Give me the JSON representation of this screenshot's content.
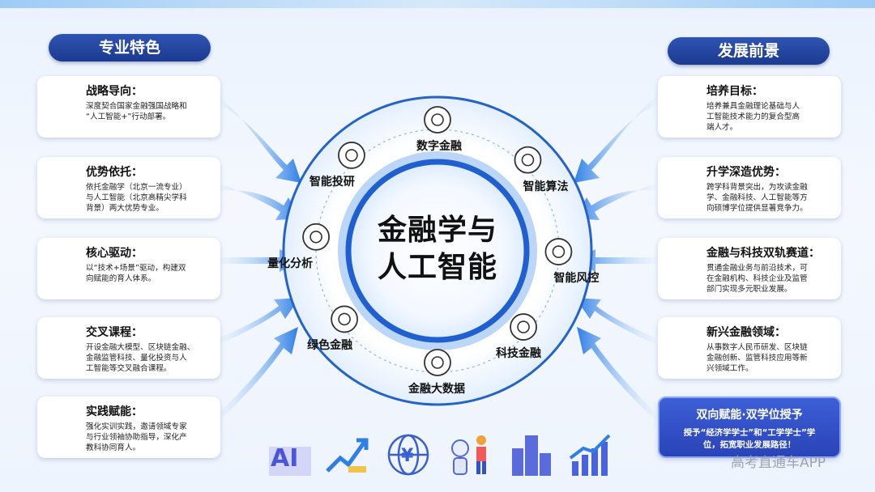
{
  "left_header": "专业特色",
  "right_header": "发展前景",
  "center_title_line1": "金融学与",
  "center_title_line2": "人工智能",
  "left_cards": [
    {
      "title": "战略导向：",
      "desc_lines": [
        "深度契合国家金融强国战略和",
        "“人工智能+”行动部署。"
      ],
      "icon": "globe-grid-icon"
    },
    {
      "title": "优势依托：",
      "desc_lines": [
        "依托金融学（北京一流专业）",
        "与人工智能（北京高精尖学科",
        "背景）两大优势专业。"
      ],
      "icon": "lotus-icon"
    },
    {
      "title": "核心驱动：",
      "desc_lines": [
        "以“技术+场景”驱动，构建双",
        "向赋能的育人体系。"
      ],
      "icon": "atom-icon"
    },
    {
      "title": "交叉课程：",
      "desc_lines": [
        "开设金融大模型、区块链金融、",
        "金融监管科技、量化投资与人",
        "工智能等交叉融合课程。"
      ],
      "icon": "presentation-board-icon"
    },
    {
      "title": "实践赋能：",
      "desc_lines": [
        "强化实训实践，邀请领域专家",
        "与行业领袖协助指导，深化产",
        "教科协同育人。"
      ],
      "icon": "chef-calendar-icon"
    }
  ],
  "right_cards": [
    {
      "title": "培养目标：",
      "desc_lines": [
        "培养兼具金融理论基础与人",
        "工智能技术能力的复合型高",
        "端人才。"
      ],
      "icon": "gear-leaf-icon"
    },
    {
      "title": "升学深造优势：",
      "desc_lines": [
        "跨学科背景突出，为攻读金融",
        "学、金融科技、人工智能等方",
        "向硕博学位提供显著竞争力。"
      ],
      "icon": "graduate-board-icon"
    },
    {
      "title": "金融与科技双轨赛道：",
      "desc_lines": [
        "贯通金融业务与前沿技术，可",
        "在金融机构、科技企业及监管",
        "部门实现多元职业发展。"
      ],
      "icon": "lab-flask-icon"
    },
    {
      "title": "新兴金融领域：",
      "desc_lines": [
        "从事数字人民币研发、区块链",
        "金融创新、监管科技应用等新",
        "兴领域工作。"
      ],
      "icon": "bars-e-icon"
    }
  ],
  "highlight_card": {
    "title": "双向赋能·双学位授予",
    "desc_lines": [
      "授予“经济学学士”和“工学学士”学",
      "位，拓宽职业发展路径！"
    ]
  },
  "ring_nodes": [
    {
      "label": "数字金融",
      "icon": "digital-finance-icon"
    },
    {
      "label": "智能算法",
      "icon": "algorithm-monitor-icon"
    },
    {
      "label": "智能风控",
      "icon": "risk-chart-icon"
    },
    {
      "label": "科技金融",
      "icon": "tech-atom-icon"
    },
    {
      "label": "金融大数据",
      "icon": "coin-stack-icon"
    },
    {
      "label": "绿色金融",
      "icon": "green-bag-icon"
    },
    {
      "label": "量化分析",
      "icon": "hand-dollar-icon"
    },
    {
      "label": "智能投研",
      "icon": "robot-research-icon"
    }
  ],
  "bottom_icons": [
    "ai-chip-icon",
    "growth-arrow-icon",
    "yuan-globe-icon",
    "robot-person-icon",
    "city-buildings-icon",
    "bar-chart-growth-icon"
  ],
  "watermark": "高考直通车APP",
  "colors": {
    "navy": "#1c3a8f",
    "ring_blue": "#2f6fd6",
    "arrow_blue": "#3d8ef0",
    "highlight": "#2a43b8"
  }
}
